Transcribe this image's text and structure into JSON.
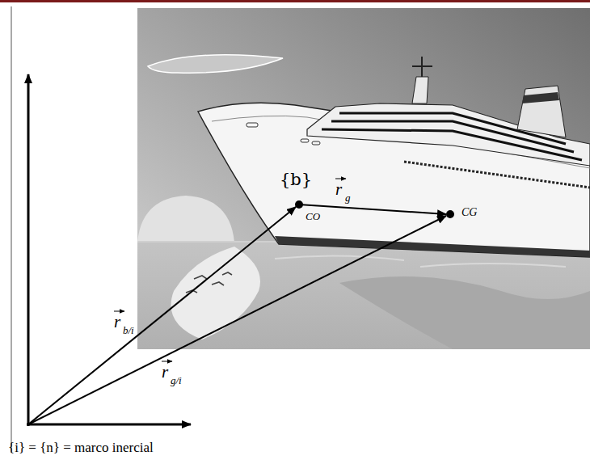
{
  "diagram": {
    "labels": [
      "{b}",
      "CO",
      "r",
      "g",
      "CG",
      "r",
      "b/i",
      "r",
      "g/i",
      "{i} = {n} = marco inercial"
    ]
  }
}
